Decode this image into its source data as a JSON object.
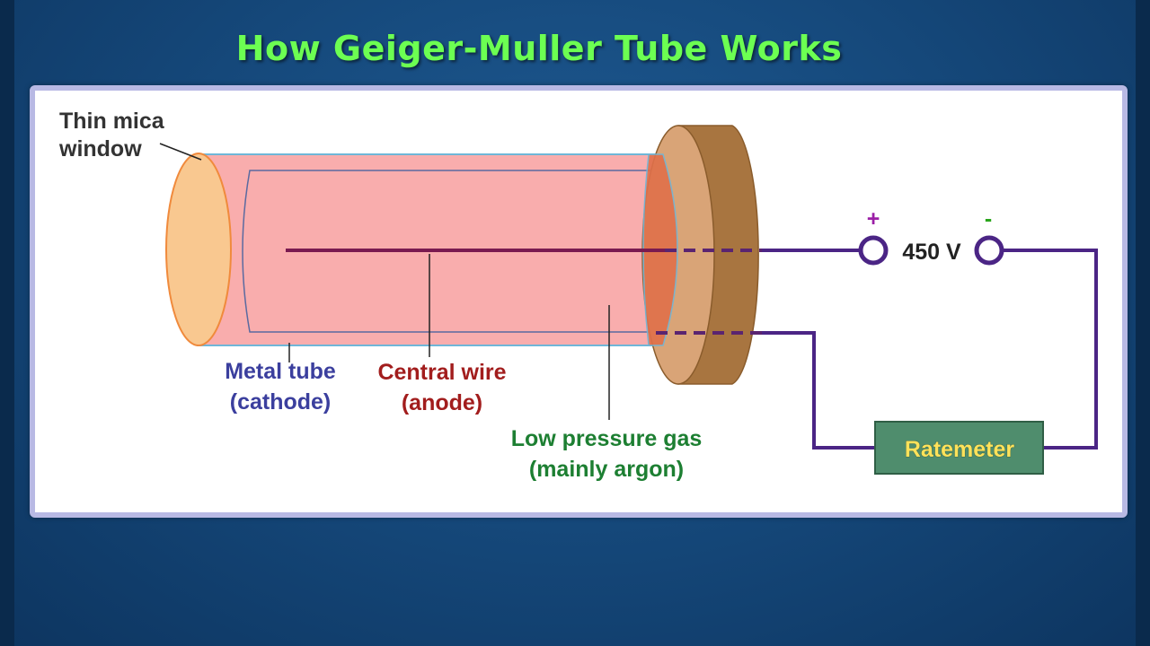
{
  "title": "How Geiger-Muller Tube Works",
  "labels": {
    "window_line1": "Thin mica",
    "window_line2": "window",
    "metal_line1": "Metal tube",
    "metal_line2": "(cathode)",
    "wire_line1": "Central wire",
    "wire_line2": "(anode)",
    "gas_line1": "Low pressure gas",
    "gas_line2": "(mainly argon)",
    "plus": "+",
    "minus": "-",
    "voltage": "450 V",
    "ratemeter": "Ratemeter"
  },
  "colors": {
    "title": "#6cff52",
    "tube_fill": "#f9adad",
    "window_fill": "#f9c890",
    "window_stroke": "#f08a3c",
    "cap_face": "#d9a477",
    "cap_side": "#a87540",
    "wire": "#7a1a50",
    "circuit": "#4b2585",
    "metal_label": "#3b3f9e",
    "wire_label": "#a21d1d",
    "gas_label": "#1d7f32",
    "plus_sign": "#9b1fa6",
    "minus_sign": "#2aa51c",
    "ratemeter_bg": "#4f8d6d",
    "ratemeter_text": "#ffe25a"
  }
}
